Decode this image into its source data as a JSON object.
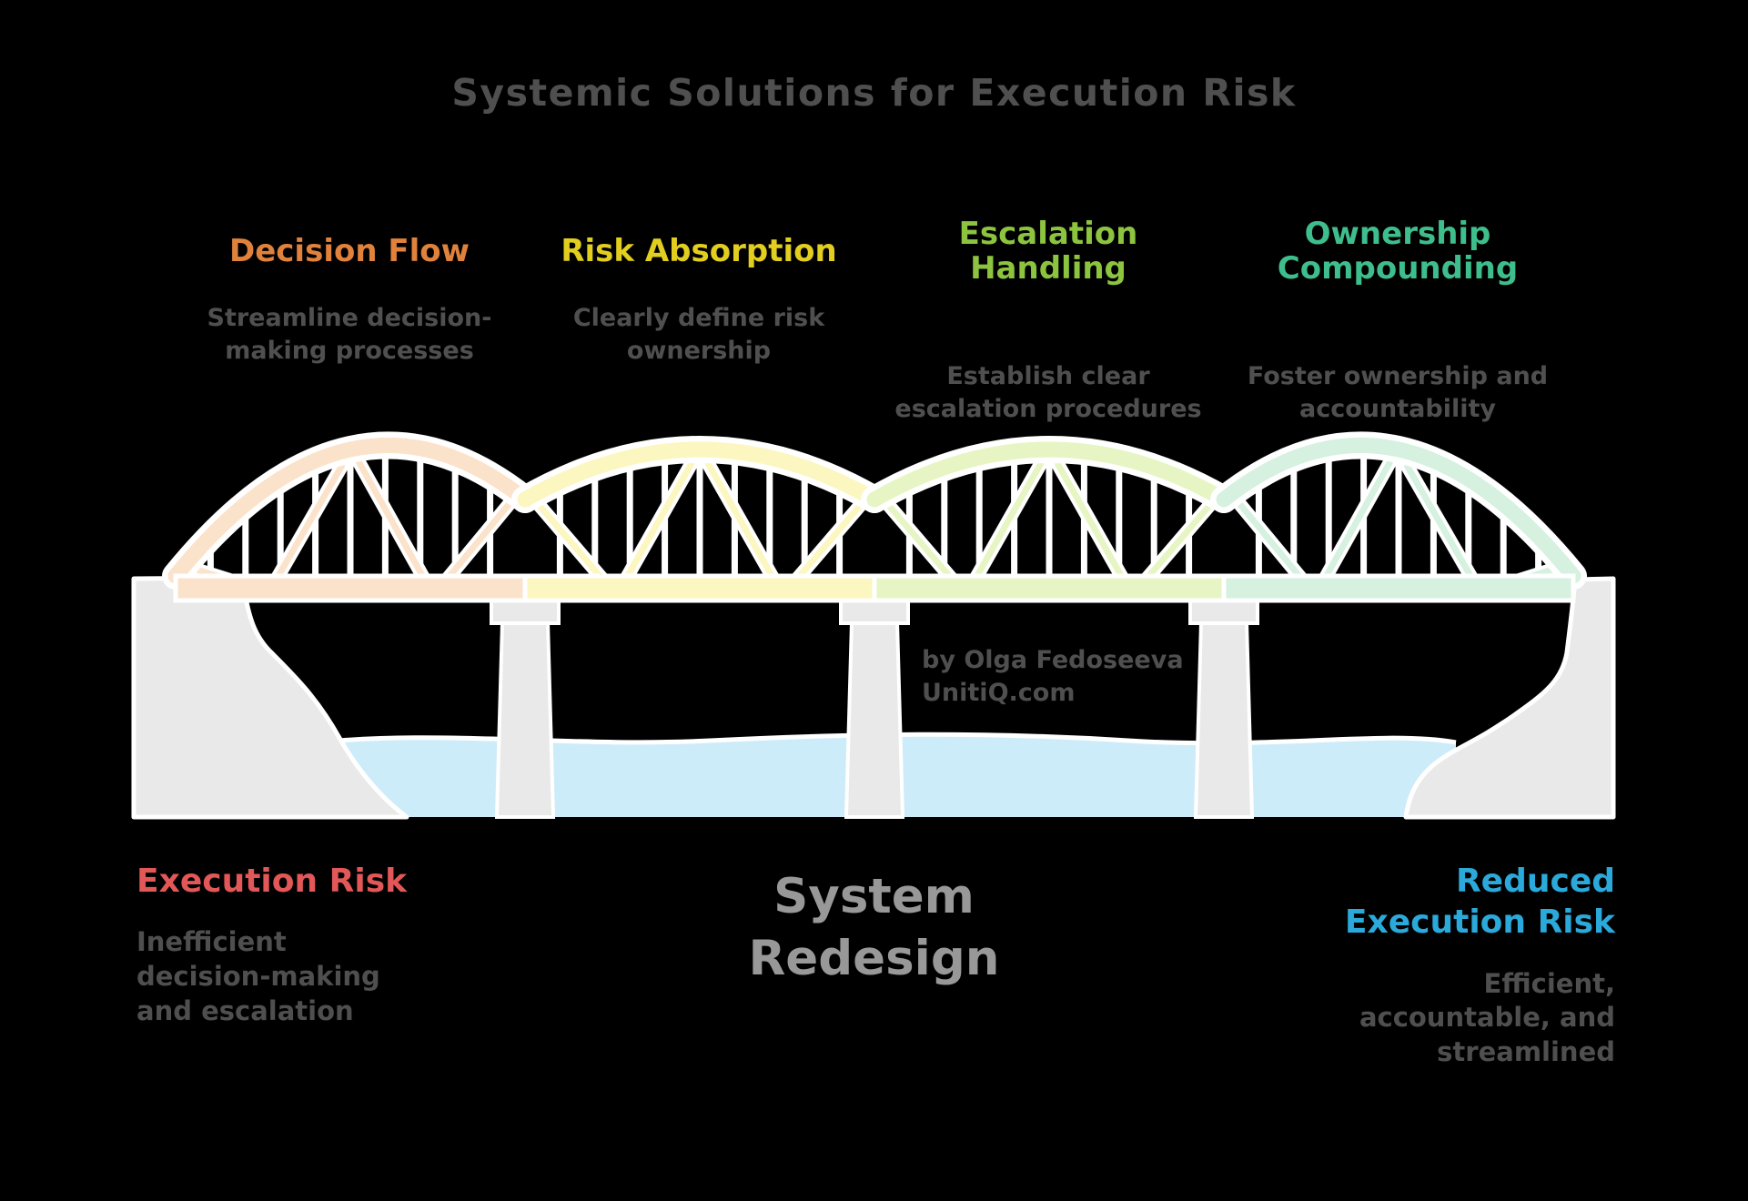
{
  "title": "Systemic Solutions for Execution Risk",
  "columns": [
    {
      "id": "decision-flow",
      "label": [
        "Decision Flow"
      ],
      "color": "#e0823c",
      "span_color": "#fbe3cb",
      "description": [
        "Streamline decision-",
        "making processes"
      ]
    },
    {
      "id": "risk-absorption",
      "label": [
        "Risk Absorption"
      ],
      "color": "#e2ce1f",
      "span_color": "#fcf6c0",
      "description": [
        "Clearly define risk",
        "ownership"
      ]
    },
    {
      "id": "escalation-handling",
      "label": [
        "Escalation",
        "Handling"
      ],
      "color": "#8cc43f",
      "span_color": "#e7f5c4",
      "description": [
        "Establish clear",
        "escalation procedures"
      ]
    },
    {
      "id": "ownership-compounding",
      "label": [
        "Ownership",
        "Compounding"
      ],
      "color": "#3ebe8c",
      "span_color": "#d6f1e0",
      "description": [
        "Foster ownership and",
        "accountability"
      ]
    }
  ],
  "risk_before": {
    "label": "Execution Risk",
    "color": "#e25757",
    "description": [
      "Inefficient",
      "decision-making",
      "and escalation"
    ]
  },
  "transformation": {
    "label": [
      "System",
      "Redesign"
    ],
    "color": "#989898"
  },
  "risk_after": {
    "label": [
      "Reduced",
      "Execution Risk"
    ],
    "color": "#2ba9da",
    "description": [
      "Efficient,",
      "accountable, and",
      "streamlined"
    ]
  },
  "credit": {
    "lines": [
      "by Olga Fedoseeva",
      "UnitiQ.com"
    ]
  },
  "scene": {
    "background": "#000000",
    "title_color": "#4f4f4f",
    "subtitle_color": "#4f4f4f",
    "bank_color": "#e9e9e9",
    "water_color": "#cdecfa",
    "outline_color": "#ffffff"
  }
}
